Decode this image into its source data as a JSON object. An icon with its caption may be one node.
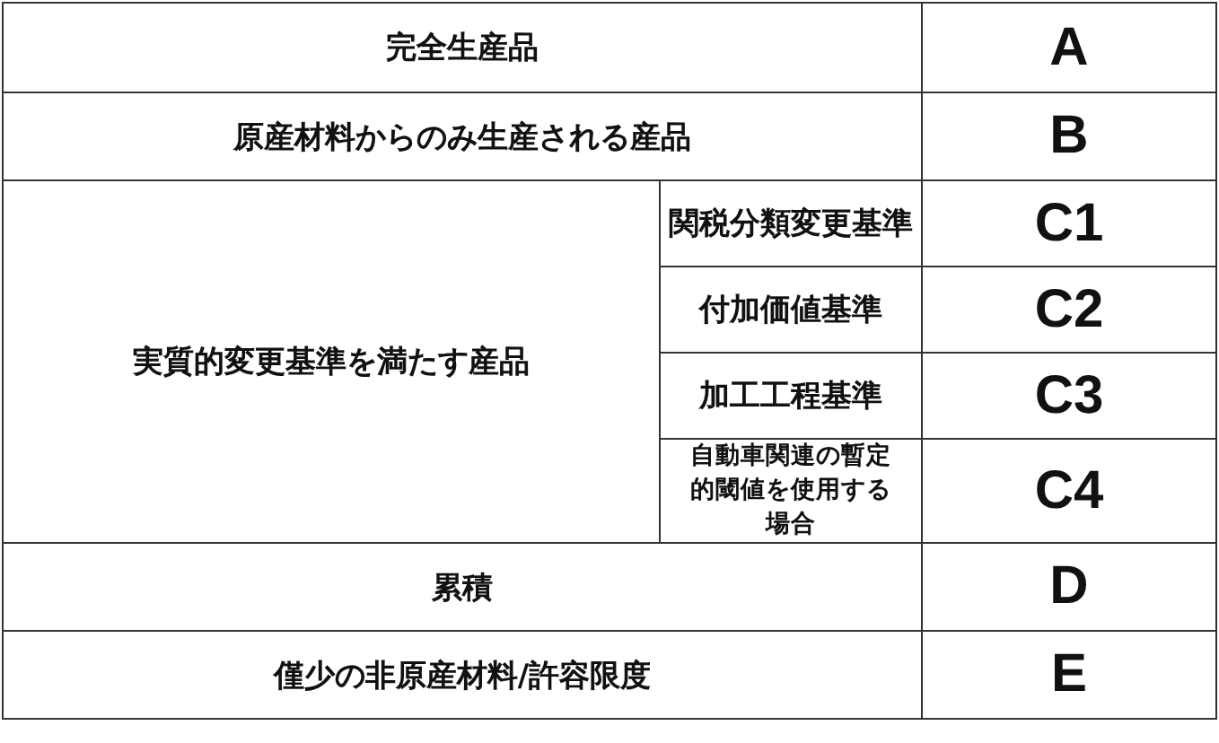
{
  "diagram": {
    "labels": [
      "完全生産品",
      "A",
      "原産材料からのみ生産される産品",
      "B",
      "実質的変更基準を満たす産品",
      "関税分類変更基準",
      "C1",
      "付加価値基準",
      "C2",
      "加工工程基準",
      "C3",
      "自動車関連の暫定的閾値を使用する場合",
      "C4",
      "累積",
      "D",
      "僅少の非原産材料/許容限度",
      "E"
    ]
  }
}
